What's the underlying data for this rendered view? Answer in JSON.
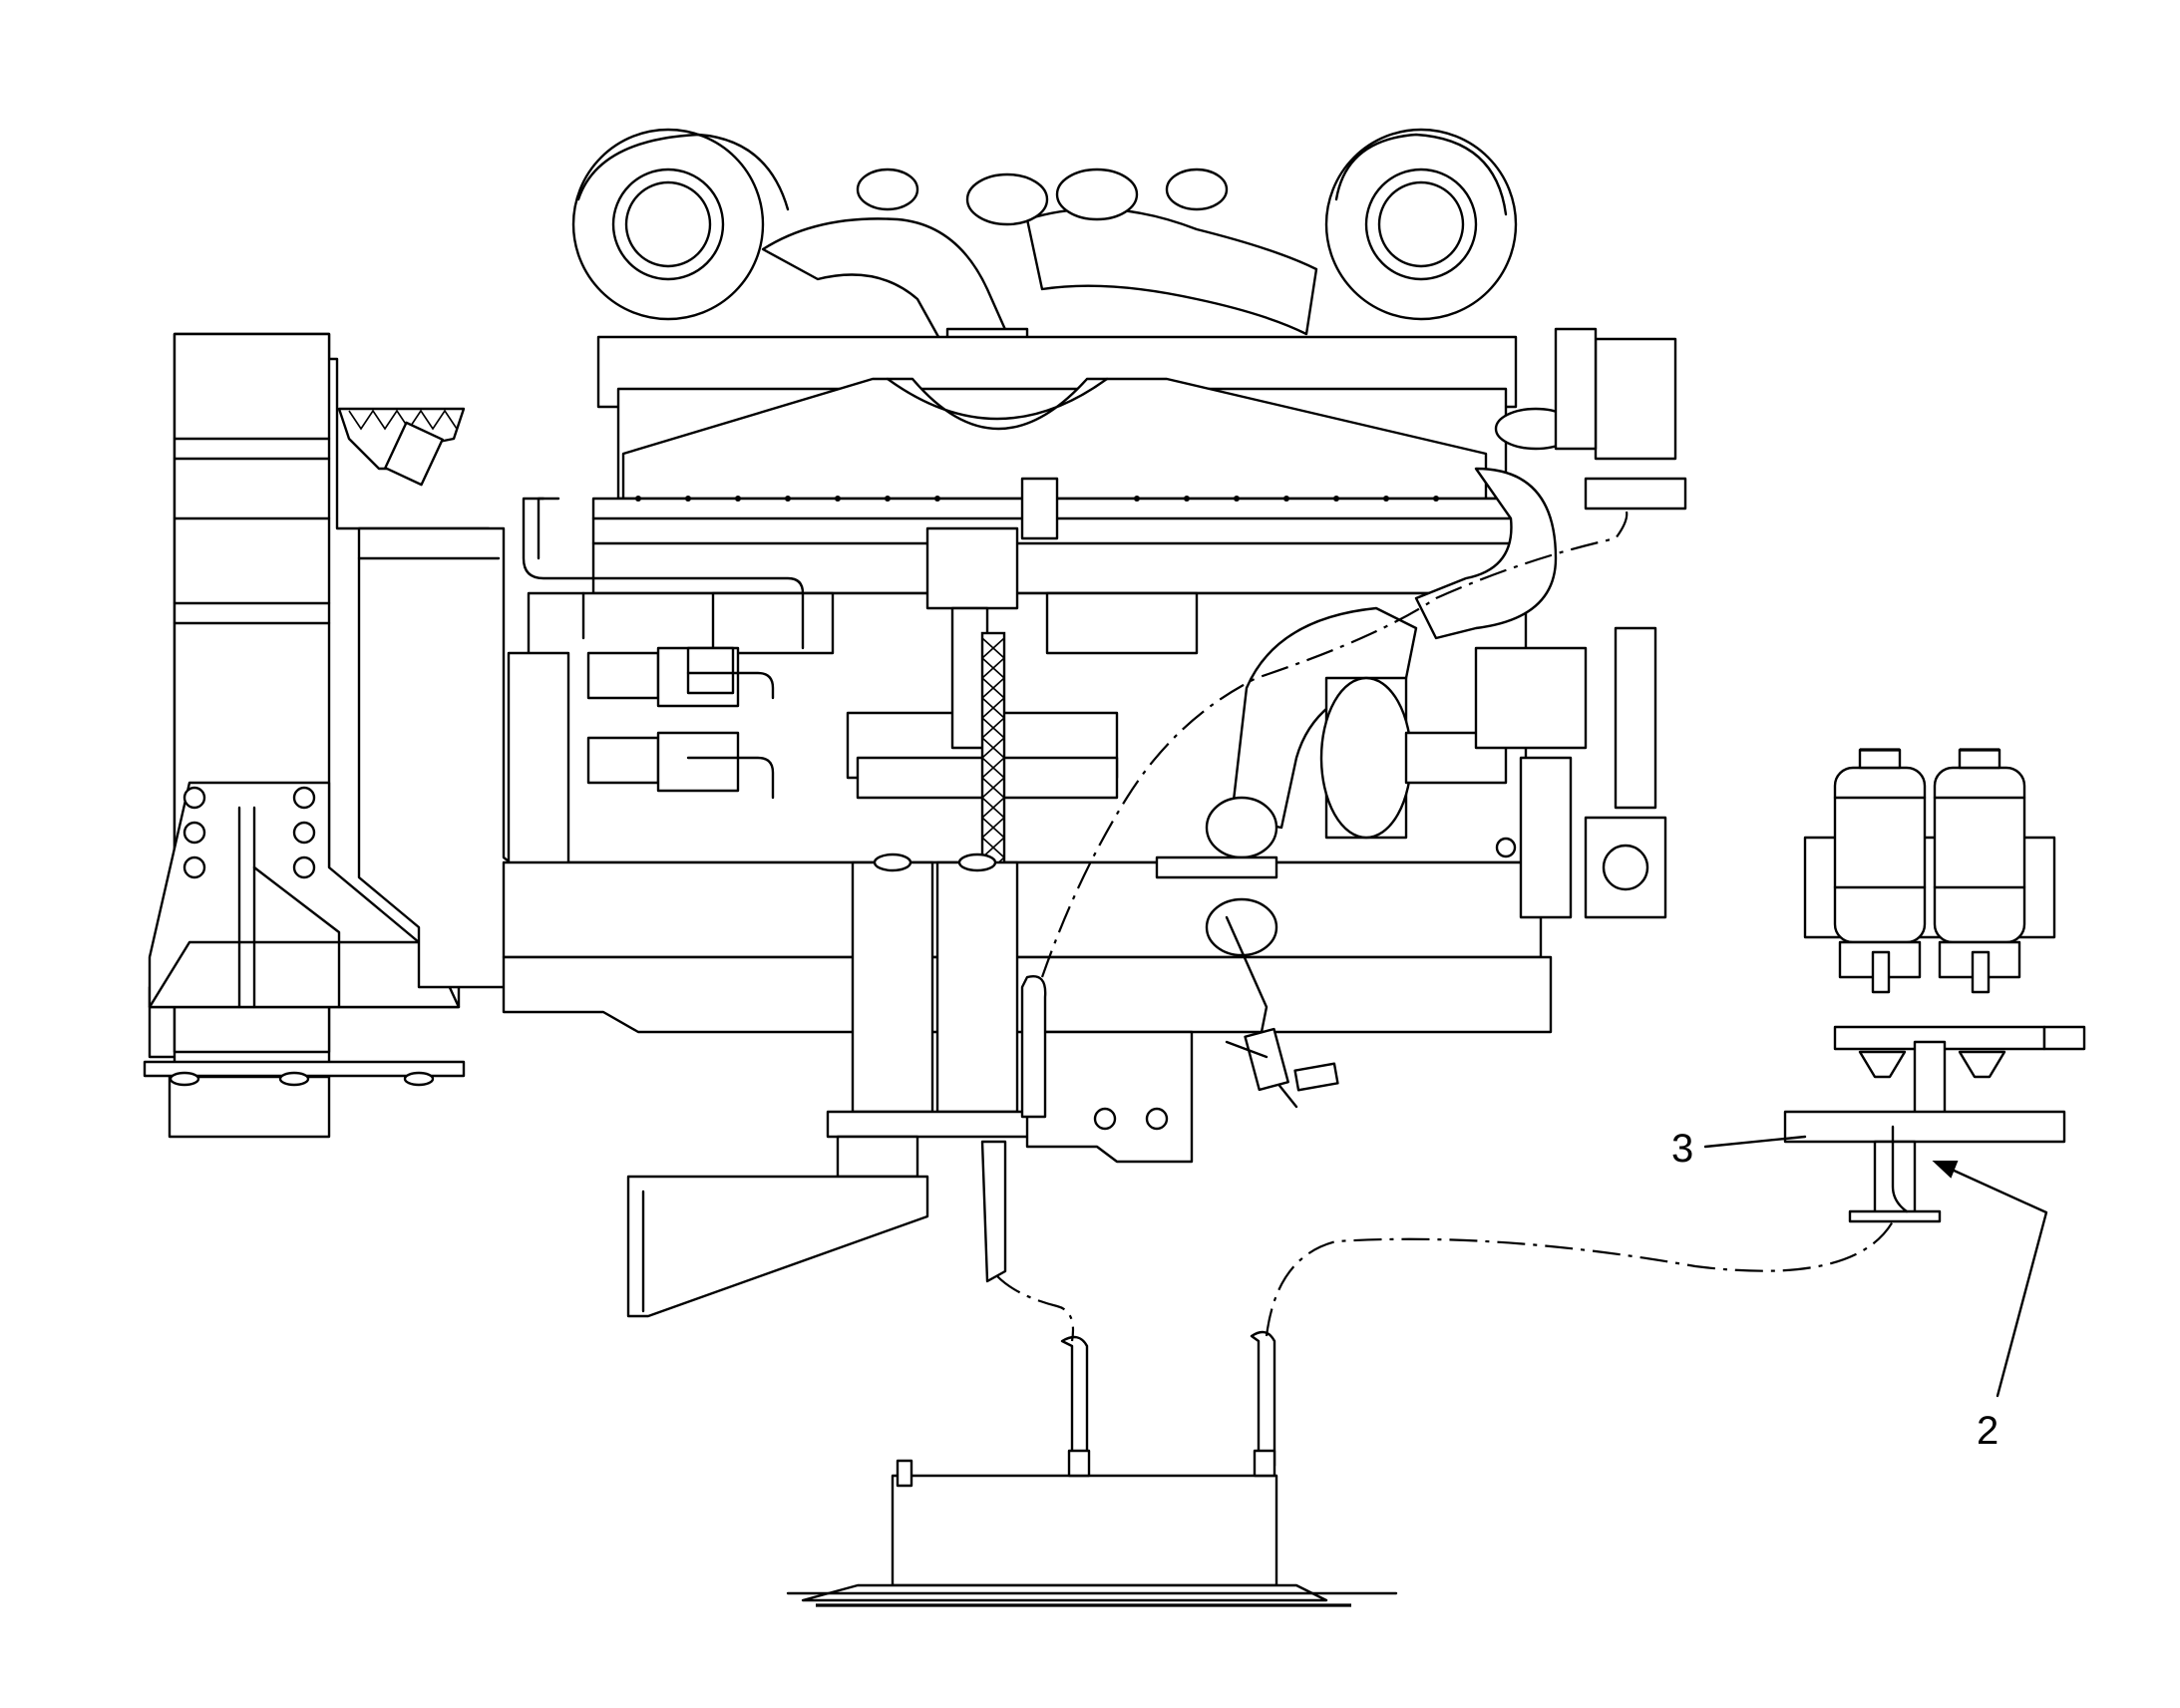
{
  "callouts": [
    {
      "id": "3",
      "label": "3"
    },
    {
      "id": "2",
      "label": "2"
    }
  ],
  "icons": {
    "engine": "engine-assembly-icon",
    "filters": "fuel-filter-assembly-icon",
    "tank": "fuel-tank-icon"
  },
  "colors": {
    "line": "#000000",
    "background": "#ffffff"
  }
}
